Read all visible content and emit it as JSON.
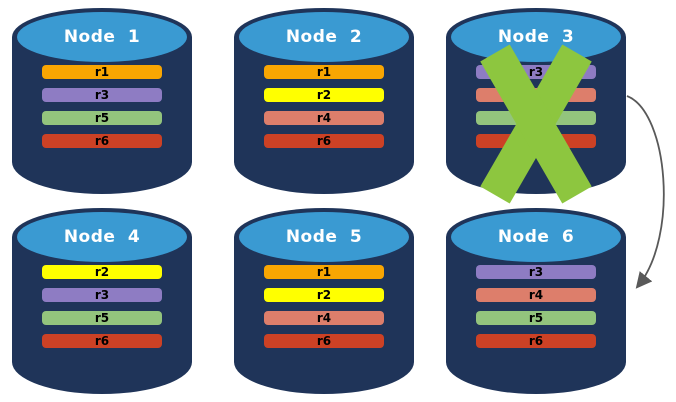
{
  "diagram": {
    "description_of_visual": "Six database cylinders showing replica placement; Node 3 is crossed out with a green X and an arrow points from Node 3 to Node 6",
    "nodes": [
      {
        "label": "Node 1",
        "failed": false,
        "replicas": [
          {
            "id": "r1",
            "color": "#F9A602"
          },
          {
            "id": "r3",
            "color": "#8E7CC3"
          },
          {
            "id": "r5",
            "color": "#93C47D"
          },
          {
            "id": "r6",
            "color": "#CC4125"
          }
        ]
      },
      {
        "label": "Node 2",
        "failed": false,
        "replicas": [
          {
            "id": "r1",
            "color": "#F9A602"
          },
          {
            "id": "r2",
            "color": "#FFFF00"
          },
          {
            "id": "r4",
            "color": "#DD7E6B"
          },
          {
            "id": "r6",
            "color": "#CC4125"
          }
        ]
      },
      {
        "label": "Node 3",
        "failed": true,
        "replicas": [
          {
            "id": "r3",
            "color": "#8E7CC3"
          },
          {
            "id": "r4",
            "color": "#DD7E6B"
          },
          {
            "id": "r5",
            "color": "#93C47D"
          },
          {
            "id": "r6",
            "color": "#CC4125"
          }
        ]
      },
      {
        "label": "Node 4",
        "failed": false,
        "replicas": [
          {
            "id": "r2",
            "color": "#FFFF00"
          },
          {
            "id": "r3",
            "color": "#8E7CC3"
          },
          {
            "id": "r5",
            "color": "#93C47D"
          },
          {
            "id": "r6",
            "color": "#CC4125"
          }
        ]
      },
      {
        "label": "Node 5",
        "failed": false,
        "replicas": [
          {
            "id": "r1",
            "color": "#F9A602"
          },
          {
            "id": "r2",
            "color": "#FFFF00"
          },
          {
            "id": "r4",
            "color": "#DD7E6B"
          },
          {
            "id": "r6",
            "color": "#CC4125"
          }
        ]
      },
      {
        "label": "Node 6",
        "failed": false,
        "replicas": [
          {
            "id": "r3",
            "color": "#8E7CC3"
          },
          {
            "id": "r4",
            "color": "#DD7E6B"
          },
          {
            "id": "r5",
            "color": "#93C47D"
          },
          {
            "id": "r6",
            "color": "#CC4125"
          }
        ]
      }
    ],
    "failure_marker": {
      "node": "Node 3",
      "shape": "x-cross",
      "color": "#8DC63F"
    },
    "arrow": {
      "from": "Node 3",
      "to": "Node 6",
      "color": "#595959"
    },
    "colors": {
      "cylinder_body": "#1F3459",
      "cylinder_top": "#3A9AD2",
      "title_text": "#FFFFFF",
      "bar_text": "#000000",
      "background": "#FFFFFF"
    }
  }
}
